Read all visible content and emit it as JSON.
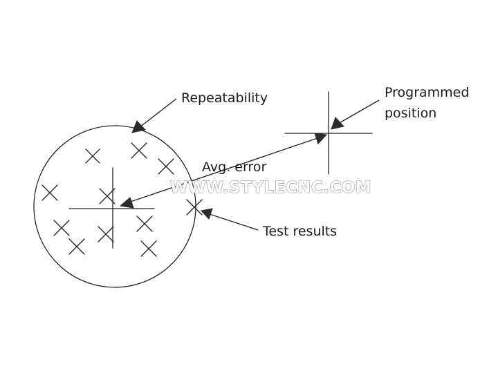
{
  "labels": {
    "repeatability": "Repeatability",
    "programmed_line1": "Programmed",
    "programmed_line2": "position",
    "avg_error": "Avg. error",
    "test_results": "Test results"
  },
  "watermark": "WWW.STYLECNC.COM",
  "colors": {
    "ink": "#222222",
    "background": "#ffffff"
  }
}
